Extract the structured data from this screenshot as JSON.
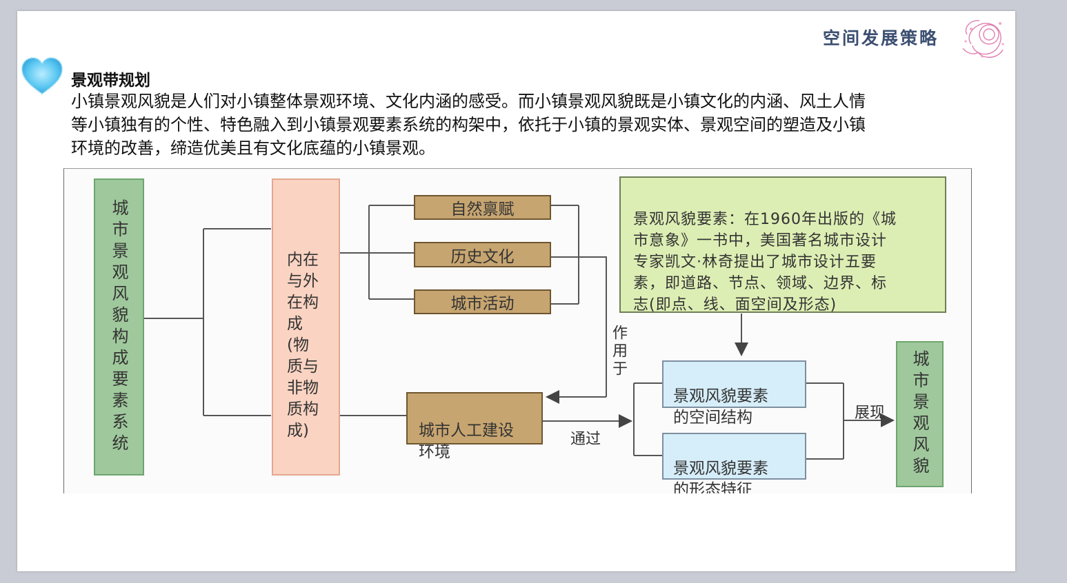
{
  "header": {
    "title": "空间发展策略"
  },
  "section": {
    "title": "景观带规划",
    "body": "小镇景观风貌是人们对小镇整体景观环境、文化内涵的感受。而小镇景观风貌既是小镇文化的内涵、风土人情\n等小镇独有的个性、特色融入到小镇景观要素系统的构架中，依托于小镇的景观实体、景观空间的塑造及小镇\n环境的改善，缔造优美且有文化底蕴的小镇景观。"
  },
  "diagram": {
    "system_box": "城市景观风貌构成要素系统",
    "composition_box": "内在\n与外\n在构\n成\n(物\n质与\n非物\n质构\n成)",
    "branches": [
      "自然禀赋",
      "历史文化",
      "城市活动"
    ],
    "artificial_env": "城市人工建设\n环境",
    "note": "景观风貌要素：在1960年出版的《城\n市意象》一书中，美国著名城市设计\n专家凯文·林奇提出了城市设计五要\n素，即道路、节点、领域、边界、标\n志(即点、线、面空间及形态)",
    "spatial_structure": "景观风貌要素\n的空间结构",
    "form_features": "景观风貌要素\n的形态特征",
    "result_box": "城市景观风貌",
    "acts_on_label": "作用于",
    "through_label": "通过",
    "show_label": "展现"
  },
  "colors": {
    "title": "#3c4f72",
    "green_box": "#9fc89c",
    "peach_box": "#fad3c2",
    "brown_box": "#c7a570",
    "note_box": "#ddeeb4",
    "blue_box": "#d6eef9"
  }
}
